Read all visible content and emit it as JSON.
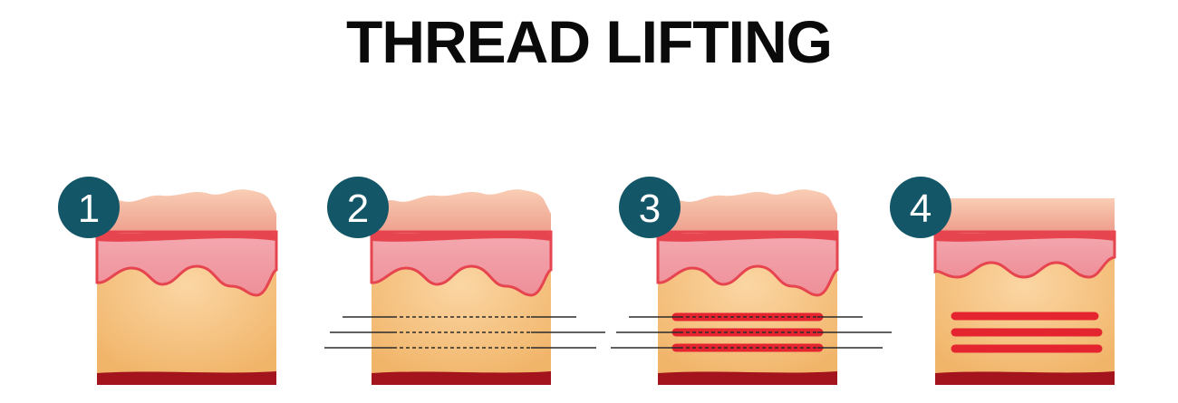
{
  "title": "THREAD LIFTING",
  "colors": {
    "badge": "#125667",
    "badge_text": "#ffffff",
    "epidermis": "#f2b49a",
    "dermis_line": "#e6454f",
    "dermis": "#f09aa2",
    "subcutis": "#f3bb72",
    "base": "#a3141c",
    "thread": "#e4252f",
    "needle": "#2b2b2b"
  },
  "steps": [
    {
      "number": "1",
      "stage": "skin"
    },
    {
      "number": "2",
      "stage": "needles-inserted"
    },
    {
      "number": "3",
      "stage": "threads-placed"
    },
    {
      "number": "4",
      "stage": "threads-lifted"
    }
  ]
}
